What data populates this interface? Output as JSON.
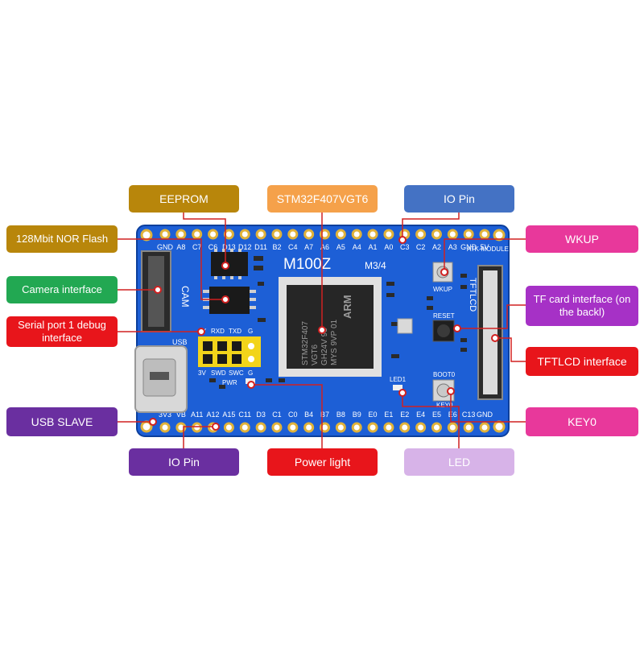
{
  "labels": {
    "eeprom": "EEPROM",
    "stm32": "STM32F407VGT6",
    "io_pin_top": "IO Pin",
    "nor_flash": "128Mbit NOR Flash",
    "wkup": "WKUP",
    "camera": "Camera interface",
    "tf_card": "TF card interface (on the backl)",
    "serial": "Serial port 1 debug interface",
    "tftlcd": "TFTLCD interface",
    "usb_slave": "USB SLAVE",
    "key0": "KEY0",
    "io_pin_bottom": "IO Pin",
    "power_light": "Power light",
    "led": "LED"
  },
  "board": {
    "model": "M100Z",
    "model_suffix": "M3/4",
    "top_pins": [
      "GND",
      "A8",
      "C7",
      "C6",
      "D13",
      "D12",
      "D11",
      "B2",
      "C4",
      "A7",
      "A6",
      "A5",
      "A4",
      "A1",
      "A0",
      "C3",
      "C2",
      "A2",
      "A3",
      "GND",
      "5V"
    ],
    "bottom_pins": [
      "3V3",
      "VB",
      "A11",
      "A12",
      "A15",
      "C11",
      "D3",
      "C1",
      "C0",
      "B4",
      "B7",
      "B8",
      "B9",
      "E0",
      "E1",
      "E2",
      "E4",
      "E5",
      "E6",
      "C13",
      "GND"
    ],
    "chip_text": [
      "STM32F407",
      "VGT6",
      "GH24V 93",
      "MYS 9VP 01"
    ],
    "chip_brand": "ARM",
    "serial_header_top": [
      "3V",
      "RXD",
      "TXD",
      "G"
    ],
    "serial_header_bottom": [
      "3V",
      "SWD",
      "SWC",
      "G"
    ],
    "usb_text": "USB",
    "camera_text": "CAM",
    "tftlcd_text": "TFTLCD",
    "wkup_text": "WKUP",
    "reset_text": "RESET",
    "boot_text": "BOOT0",
    "key0_text": "KEY0",
    "led_text": "LED1",
    "pwr_text": "PWR",
    "module_text": "ATK-MODULE"
  },
  "colors": {
    "pcb": "#1d5fd6",
    "pcb_border": "#0c3f9c",
    "pad_gold": "#e0b23a",
    "leader": "#d12020"
  }
}
